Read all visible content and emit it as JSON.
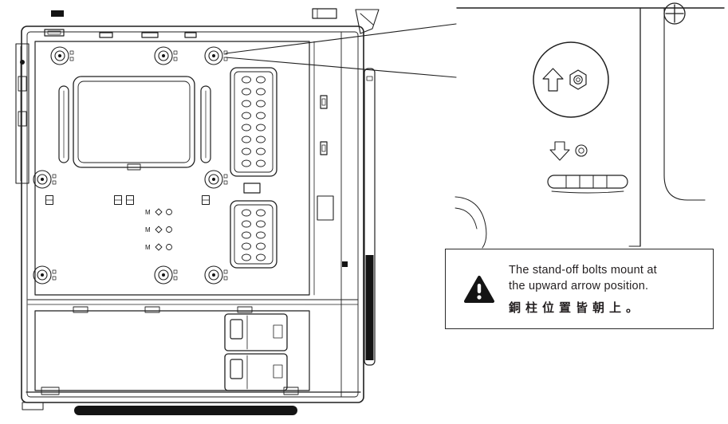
{
  "colors": {
    "line": "#1f1f1f",
    "background": "#ffffff",
    "text": "#231f20",
    "solid_fill": "#141414"
  },
  "diagram": {
    "m_labels": [
      "M",
      "M",
      "M"
    ]
  },
  "note": {
    "line1": "The stand-off bolts mount at",
    "line2": "the upward arrow position.",
    "line3": "銅柱位置皆朝上。"
  },
  "icons": {
    "warning": "warning-triangle-icon",
    "up_arrow": "up-arrow-icon",
    "down_arrow": "down-arrow-icon",
    "standoff_nut": "standoff-nut-icon",
    "thumbscrew": "thumbscrew-icon",
    "screw_hole": "screw-hole-icon",
    "cable_tie_mount": "cable-tie-mount-icon"
  }
}
